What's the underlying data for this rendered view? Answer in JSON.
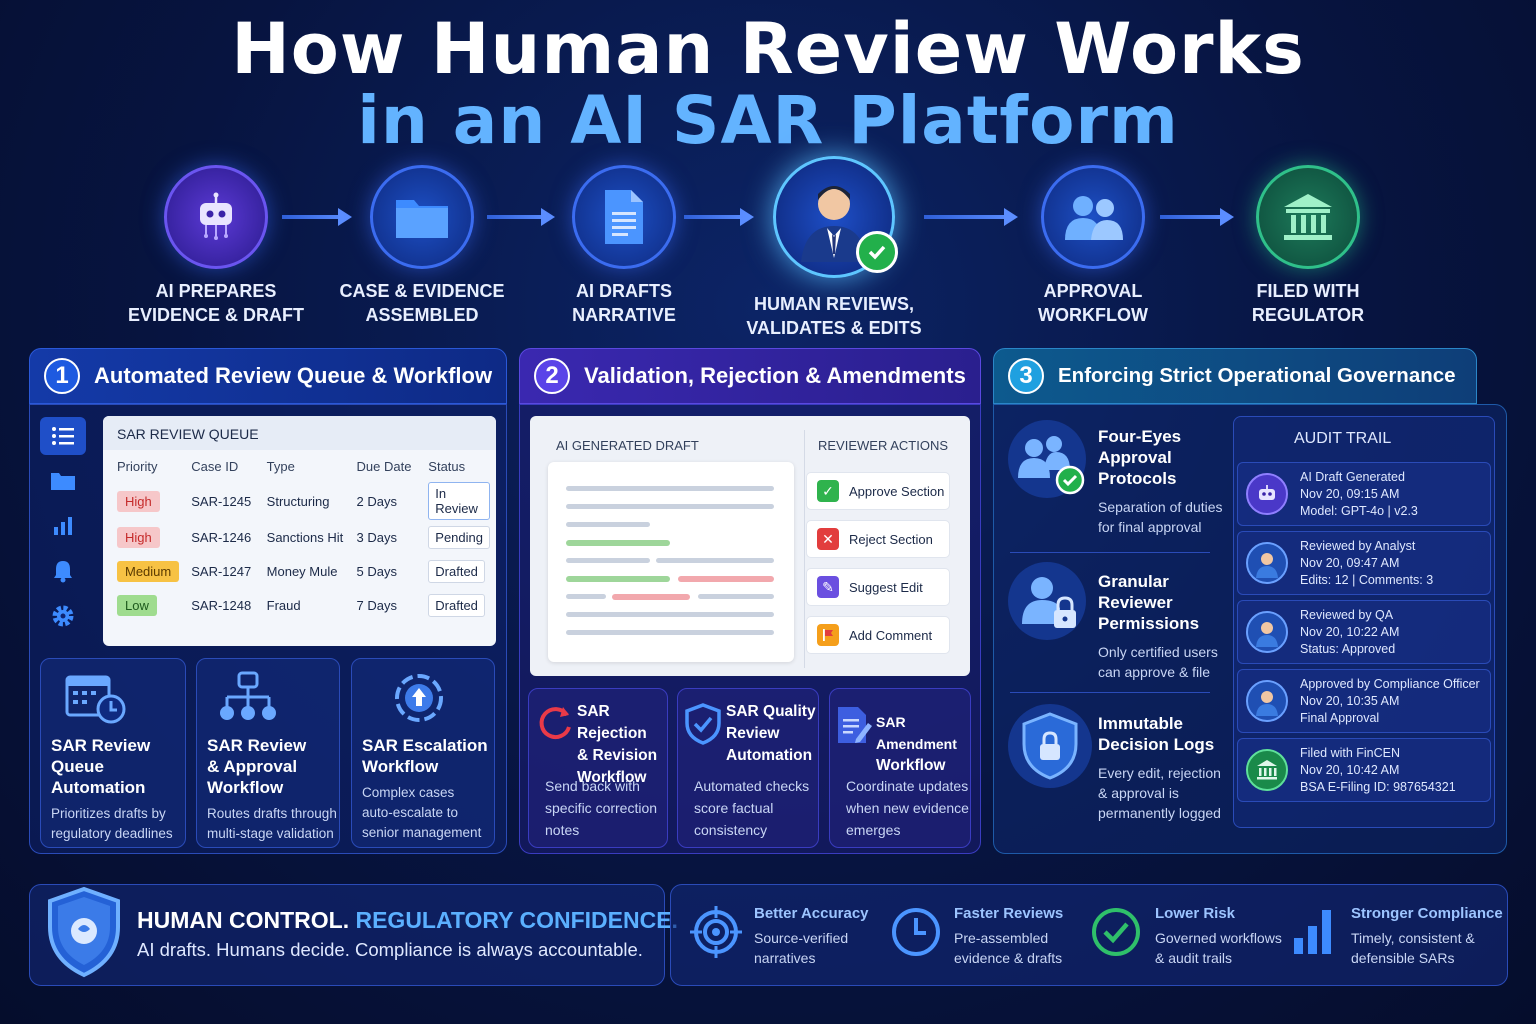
{
  "title": {
    "line1": "How Human Review Works",
    "line2": "in an AI SAR Platform"
  },
  "steps": [
    {
      "icon": "robot-icon",
      "label1": "AI PREPARES",
      "label2": "EVIDENCE & DRAFT"
    },
    {
      "icon": "folder-icon",
      "label1": "CASE & EVIDENCE",
      "label2": "ASSEMBLED"
    },
    {
      "icon": "document-icon",
      "label1": "AI DRAFTS",
      "label2": "NARRATIVE"
    },
    {
      "icon": "reviewer-person-icon",
      "label1": "HUMAN REVIEWS,",
      "label2": "VALIDATES & EDITS"
    },
    {
      "icon": "people-icon",
      "label1": "APPROVAL",
      "label2": "WORKFLOW"
    },
    {
      "icon": "bank-icon",
      "label1": "FILED WITH",
      "label2": "REGULATOR"
    }
  ],
  "section1": {
    "number": "1",
    "title": "Automated Review Queue & Workflow",
    "queue": {
      "title": "SAR REVIEW QUEUE",
      "headers": [
        "Priority",
        "Case ID",
        "Type",
        "Due Date",
        "Status"
      ],
      "rows": [
        {
          "priority": "High",
          "case": "SAR-1245",
          "type": "Structuring",
          "due": "2 Days",
          "status": "In Review"
        },
        {
          "priority": "High",
          "case": "SAR-1246",
          "type": "Sanctions Hit",
          "due": "3 Days",
          "status": "Pending"
        },
        {
          "priority": "Medium",
          "case": "SAR-1247",
          "type": "Money Mule",
          "due": "5 Days",
          "status": "Drafted"
        },
        {
          "priority": "Low",
          "case": "SAR-1248",
          "type": "Fraud",
          "due": "7 Days",
          "status": "Drafted"
        }
      ]
    },
    "cards": [
      {
        "t1": "SAR Review",
        "t2": "Queue",
        "t3": "Automation",
        "d1": "Prioritizes drafts by",
        "d2": "regulatory deadlines"
      },
      {
        "t1": "SAR Review",
        "t2": "& Approval",
        "t3": "Workflow",
        "d1": "Routes drafts through",
        "d2": "multi-stage validation"
      },
      {
        "t1": "SAR Escalation",
        "t2": "Workflow",
        "d1": "Complex cases",
        "d2": "auto-escalate to",
        "d3": "senior management"
      }
    ]
  },
  "section2": {
    "number": "2",
    "title": "Validation, Rejection & Amendments",
    "draft_title": "AI GENERATED DRAFT",
    "actions_title": "REVIEWER ACTIONS",
    "actions": [
      "Approve Section",
      "Reject Section",
      "Suggest Edit",
      "Add Comment"
    ],
    "cards": [
      {
        "t1": "SAR Rejection",
        "t2": "& Revision",
        "t3": "Workflow",
        "d1": "Send back with",
        "d2": "specific correction",
        "d3": "notes"
      },
      {
        "t1": "SAR Quality",
        "t2": "Review",
        "t3": "Automation",
        "d1": "Automated checks",
        "d2": "score factual",
        "d3": "consistency"
      },
      {
        "t1": "SAR Amendment",
        "t2": "Workflow",
        "d1": "Coordinate updates",
        "d2": "when new evidence",
        "d3": "emerges"
      }
    ]
  },
  "section3": {
    "number": "3",
    "title": "Enforcing Strict Operational Governance",
    "items": [
      {
        "t1": "Four-Eyes",
        "t2": "Approval",
        "t3": "Protocols",
        "d1": "Separation of duties",
        "d2": "for final approval"
      },
      {
        "t1": "Granular",
        "t2": "Reviewer",
        "t3": "Permissions",
        "d1": "Only certified users",
        "d2": "can approve & file"
      },
      {
        "t1": "Immutable",
        "t2": "Decision Logs",
        "d1": "Every edit, rejection",
        "d2": "& approval is",
        "d3": "permanently logged"
      }
    ],
    "audit_title": "AUDIT TRAIL",
    "audit": [
      {
        "l1": "AI Draft Generated",
        "l2": "Nov 20, 09:15 AM",
        "l3": "Model: GPT-4o | v2.3"
      },
      {
        "l1": "Reviewed by Analyst",
        "l2": "Nov 20, 09:47 AM",
        "l3": "Edits: 12 | Comments: 3"
      },
      {
        "l1": "Reviewed by QA",
        "l2": "Nov 20, 10:22 AM",
        "l3": "Status: Approved"
      },
      {
        "l1": "Approved by Compliance Officer",
        "l2": "Nov 20, 10:35 AM",
        "l3": "Final Approval"
      },
      {
        "l1": "Filed with FinCEN",
        "l2": "Nov 20, 10:42 AM",
        "l3": "BSA E-Filing ID: 987654321"
      }
    ]
  },
  "footer": {
    "headline_a": "HUMAN CONTROL.",
    "headline_b": "REGULATORY CONFIDENCE.",
    "tagline": "AI drafts. Humans decide. Compliance is always accountable.",
    "benefits": [
      {
        "icon": "target-icon",
        "title": "Better Accuracy",
        "d1": "Source-verified",
        "d2": "narratives"
      },
      {
        "icon": "clock-icon",
        "title": "Faster Reviews",
        "d1": "Pre-assembled",
        "d2": "evidence & drafts"
      },
      {
        "icon": "check-circle-icon",
        "title": "Lower Risk",
        "d1": "Governed workflows",
        "d2": "& audit trails"
      },
      {
        "icon": "bar-chart-icon",
        "title": "Stronger Compliance",
        "d1": "Timely, consistent &",
        "d2": "defensible SARs"
      }
    ]
  },
  "colors": {
    "accent": "#63b3ff",
    "high": "#f6c7c9",
    "medium": "#f7c244",
    "low": "#9fdc8f",
    "approve": "#2fb34d",
    "reject": "#e23d3d",
    "edit": "#6a4fe0",
    "comment": "#f59f1b"
  }
}
